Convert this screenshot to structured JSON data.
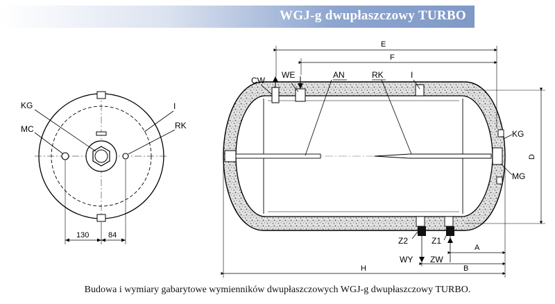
{
  "title": "WGJ-g dwupłaszczowy TURBO",
  "caption": "Budowa i wymiary gabarytowe wymienników dwupłaszczowych WGJ-g dwupłaszczowy TURBO.",
  "colors": {
    "title_bar": "#7f99c6",
    "title_text": "#ffffff",
    "insulation": "#d8d8d8",
    "fitting": "#111111"
  },
  "end_view": {
    "labels": {
      "kg": "KG",
      "mc": "MC",
      "i": "I",
      "rk": "RK"
    },
    "dims": {
      "left": "130",
      "right": "84"
    }
  },
  "side_view": {
    "labels": {
      "cw": "CW",
      "we": "WE",
      "an": "AN",
      "rk": "RK",
      "i": "I",
      "kg": "KG",
      "mg": "MG",
      "z2": "Z2",
      "z1": "Z1",
      "wy": "WY",
      "zw": "ZW"
    },
    "dims": {
      "e": "E",
      "f": "F",
      "d": "D",
      "h": "H",
      "a": "A",
      "b": "B"
    }
  }
}
